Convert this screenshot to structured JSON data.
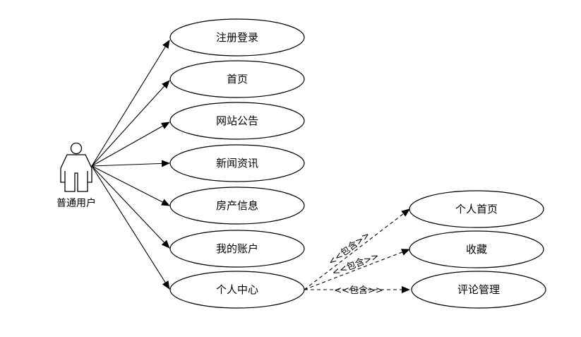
{
  "actor": {
    "name": "普通用户",
    "icon": "stick-figure-icon"
  },
  "use_cases": [
    {
      "id": "register-login",
      "label": "注册登录"
    },
    {
      "id": "home",
      "label": "首页"
    },
    {
      "id": "site-announcement",
      "label": "网站公告"
    },
    {
      "id": "news",
      "label": "新闻资讯"
    },
    {
      "id": "property-info",
      "label": "房产信息"
    },
    {
      "id": "my-account",
      "label": "我的账户"
    },
    {
      "id": "personal-center",
      "label": "个人中心"
    }
  ],
  "included_use_cases": [
    {
      "id": "personal-home",
      "label": "个人首页"
    },
    {
      "id": "favorites",
      "label": "收藏"
    },
    {
      "id": "comment-management",
      "label": "评论管理"
    }
  ],
  "include_relations": [
    {
      "from": "personal-center",
      "to": "personal-home",
      "stereotype": "<<包含>>"
    },
    {
      "from": "personal-center",
      "to": "favorites",
      "stereotype": "<<包含>>"
    },
    {
      "from": "personal-center",
      "to": "comment-management",
      "stereotype": "<<包含>>"
    }
  ],
  "colors": {
    "stroke": "#000000",
    "fill": "#ffffff"
  }
}
